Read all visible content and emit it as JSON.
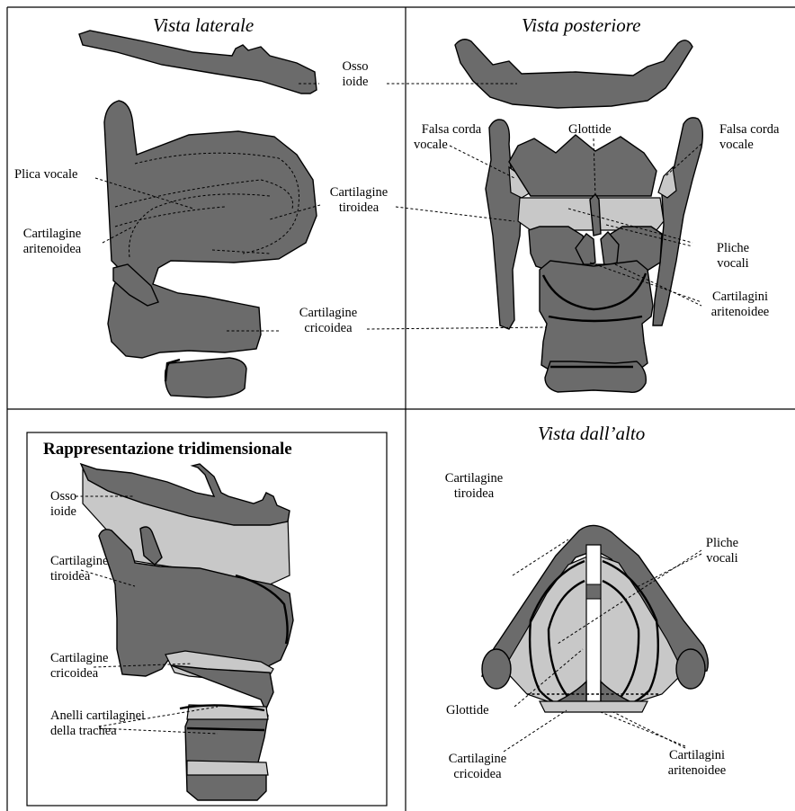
{
  "panels": {
    "lateral": {
      "title": "Vista laterale",
      "labels": {
        "hyoid_1": "Osso",
        "hyoid_2": "ioide",
        "plica": "Plica vocale",
        "arit_1": "Cartilagine",
        "arit_2": "aritenoidea",
        "tiro_1": "Cartilagine",
        "tiro_2": "tiroidea",
        "crico_1": "Cartilagine",
        "crico_2": "cricoidea"
      }
    },
    "posterior": {
      "title": "Vista posteriore",
      "labels": {
        "falsa_l_1": "Falsa corda",
        "falsa_l_2": "vocale",
        "glottide": "Glottide",
        "falsa_r_1": "Falsa corda",
        "falsa_r_2": "vocale",
        "pliche_1": "Pliche",
        "pliche_2": "vocali",
        "arit_1": "Cartilagini",
        "arit_2": "aritenoidee"
      }
    },
    "threed": {
      "title": "Rappresentazione tridimensionale",
      "labels": {
        "hyoid_1": "Osso",
        "hyoid_2": "ioide",
        "tiro_1": "Cartilagine",
        "tiro_2": "tiroidea",
        "crico_1": "Cartilagine",
        "crico_2": "cricoidea",
        "anelli_1": "Anelli cartilaginei",
        "anelli_2": "della trachea"
      }
    },
    "top": {
      "title": "Vista dall’alto",
      "labels": {
        "tiro_1": "Cartilagine",
        "tiro_2": "tiroidea",
        "pliche_1": "Pliche",
        "pliche_2": "vocali",
        "glottide": "Glottide",
        "crico_1": "Cartilagine",
        "crico_2": "cricoidea",
        "arit_1": "Cartilagini",
        "arit_2": "aritenoidee"
      }
    }
  },
  "colors": {
    "dark": "#6b6b6b",
    "light": "#c8c8c8",
    "outline": "#000000"
  }
}
